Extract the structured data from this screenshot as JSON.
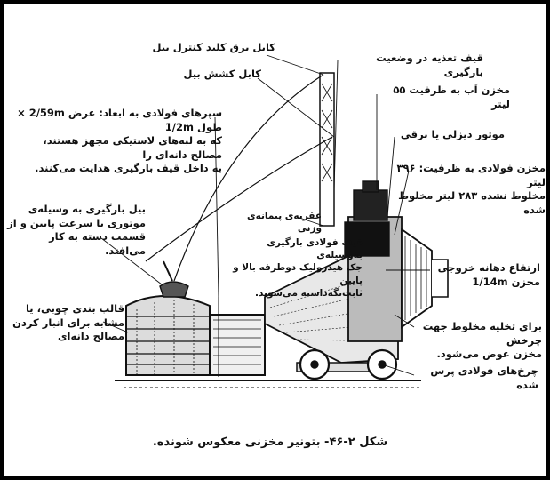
{
  "labels": {
    "cable_control": "کابل برق کلید کنترل بیل",
    "cable_pull": "کابل کشش بیل",
    "steel_plates": "سپرهای فولادی به ابعاد: عرض 2/59m × طول 1/2m\nکه به لبه‌های لاستیکی مجهز هستند، مصالح دانه‌ای را\nبه داخل قیف بارگیری هدایت می‌کنند.",
    "feed_hopper": "قیف تغذیه در وضعیت بارگیری",
    "water_tank": "مخزن آب به ظرفیت ۵۵ لیتر",
    "diesel_motor": "موتور دیزلی یا برقی",
    "steel_tank": "مخزن فولادی به ظرفیت: ۳۹۶ لیتر\nمخلوط نشده ۲۸۳ لیتر مخلوط شده",
    "shovel": "بیل بارگیری به وسیله‌ی\nموتوری با سرعت پایین و از\nقسمت دسته به کار می‌افتد.",
    "weigh_gauge": "عقربه‌ی پیمانه‌ی وزنی",
    "loading_hopper": "قیف فولادی بارگیری به‌وسیله‌ی\nجک هیدرولیک دوطرفه بالا و پایین\nثابت‌نگه‌داشته می‌شوند.",
    "outlet_height": "ارتفاع دهانه خروجی\nمخزن 1/14m",
    "wood_frame": "قالب بندی چوبی، یا\nمشابه برای انبار کردن\nمصالح دانه‌ای",
    "rotation": "برای تخلیه مخلوط جهت چرخش\nمخزن عوض می‌شود.",
    "wheels": "چرخ‌های فولادی پرس شده"
  },
  "caption": "شکل ۲-۴۶- بتونیر مخزنی معکوس شونده."
}
